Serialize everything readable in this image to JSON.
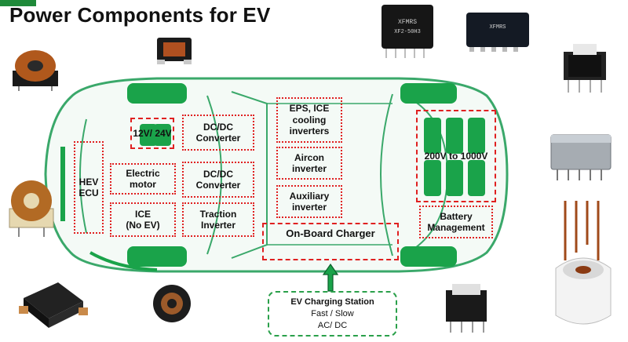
{
  "title": "Power Components for EV",
  "components": {
    "v12_24": "12V/ 24V",
    "dcdc_top": "DC/DC\nConverter",
    "eps_ice": "EPS, ICE\ncooling\ninverters",
    "hev_ecu": "HEV\nECU",
    "electric_motor": "Electric\nmotor",
    "dcdc_mid": "DC/DC\nConverter",
    "aircon": "Aircon\ninverter",
    "auxiliary": "Auxiliary\ninverter",
    "ice": "ICE\n(No EV)",
    "traction": "Traction\nInverter",
    "onboard_charger": "On-Board Charger",
    "battery_range": "200V to  1000V",
    "battery_mgmt": "Battery\nManagement"
  },
  "station": {
    "title": "EV Charging  Station",
    "line1": "Fast / Slow",
    "line2": "AC/ DC"
  },
  "colors": {
    "accent_green": "#1aa34a",
    "car_outline": "#3aa86a",
    "box_red": "#e02020",
    "station_green": "#2aa04a"
  }
}
